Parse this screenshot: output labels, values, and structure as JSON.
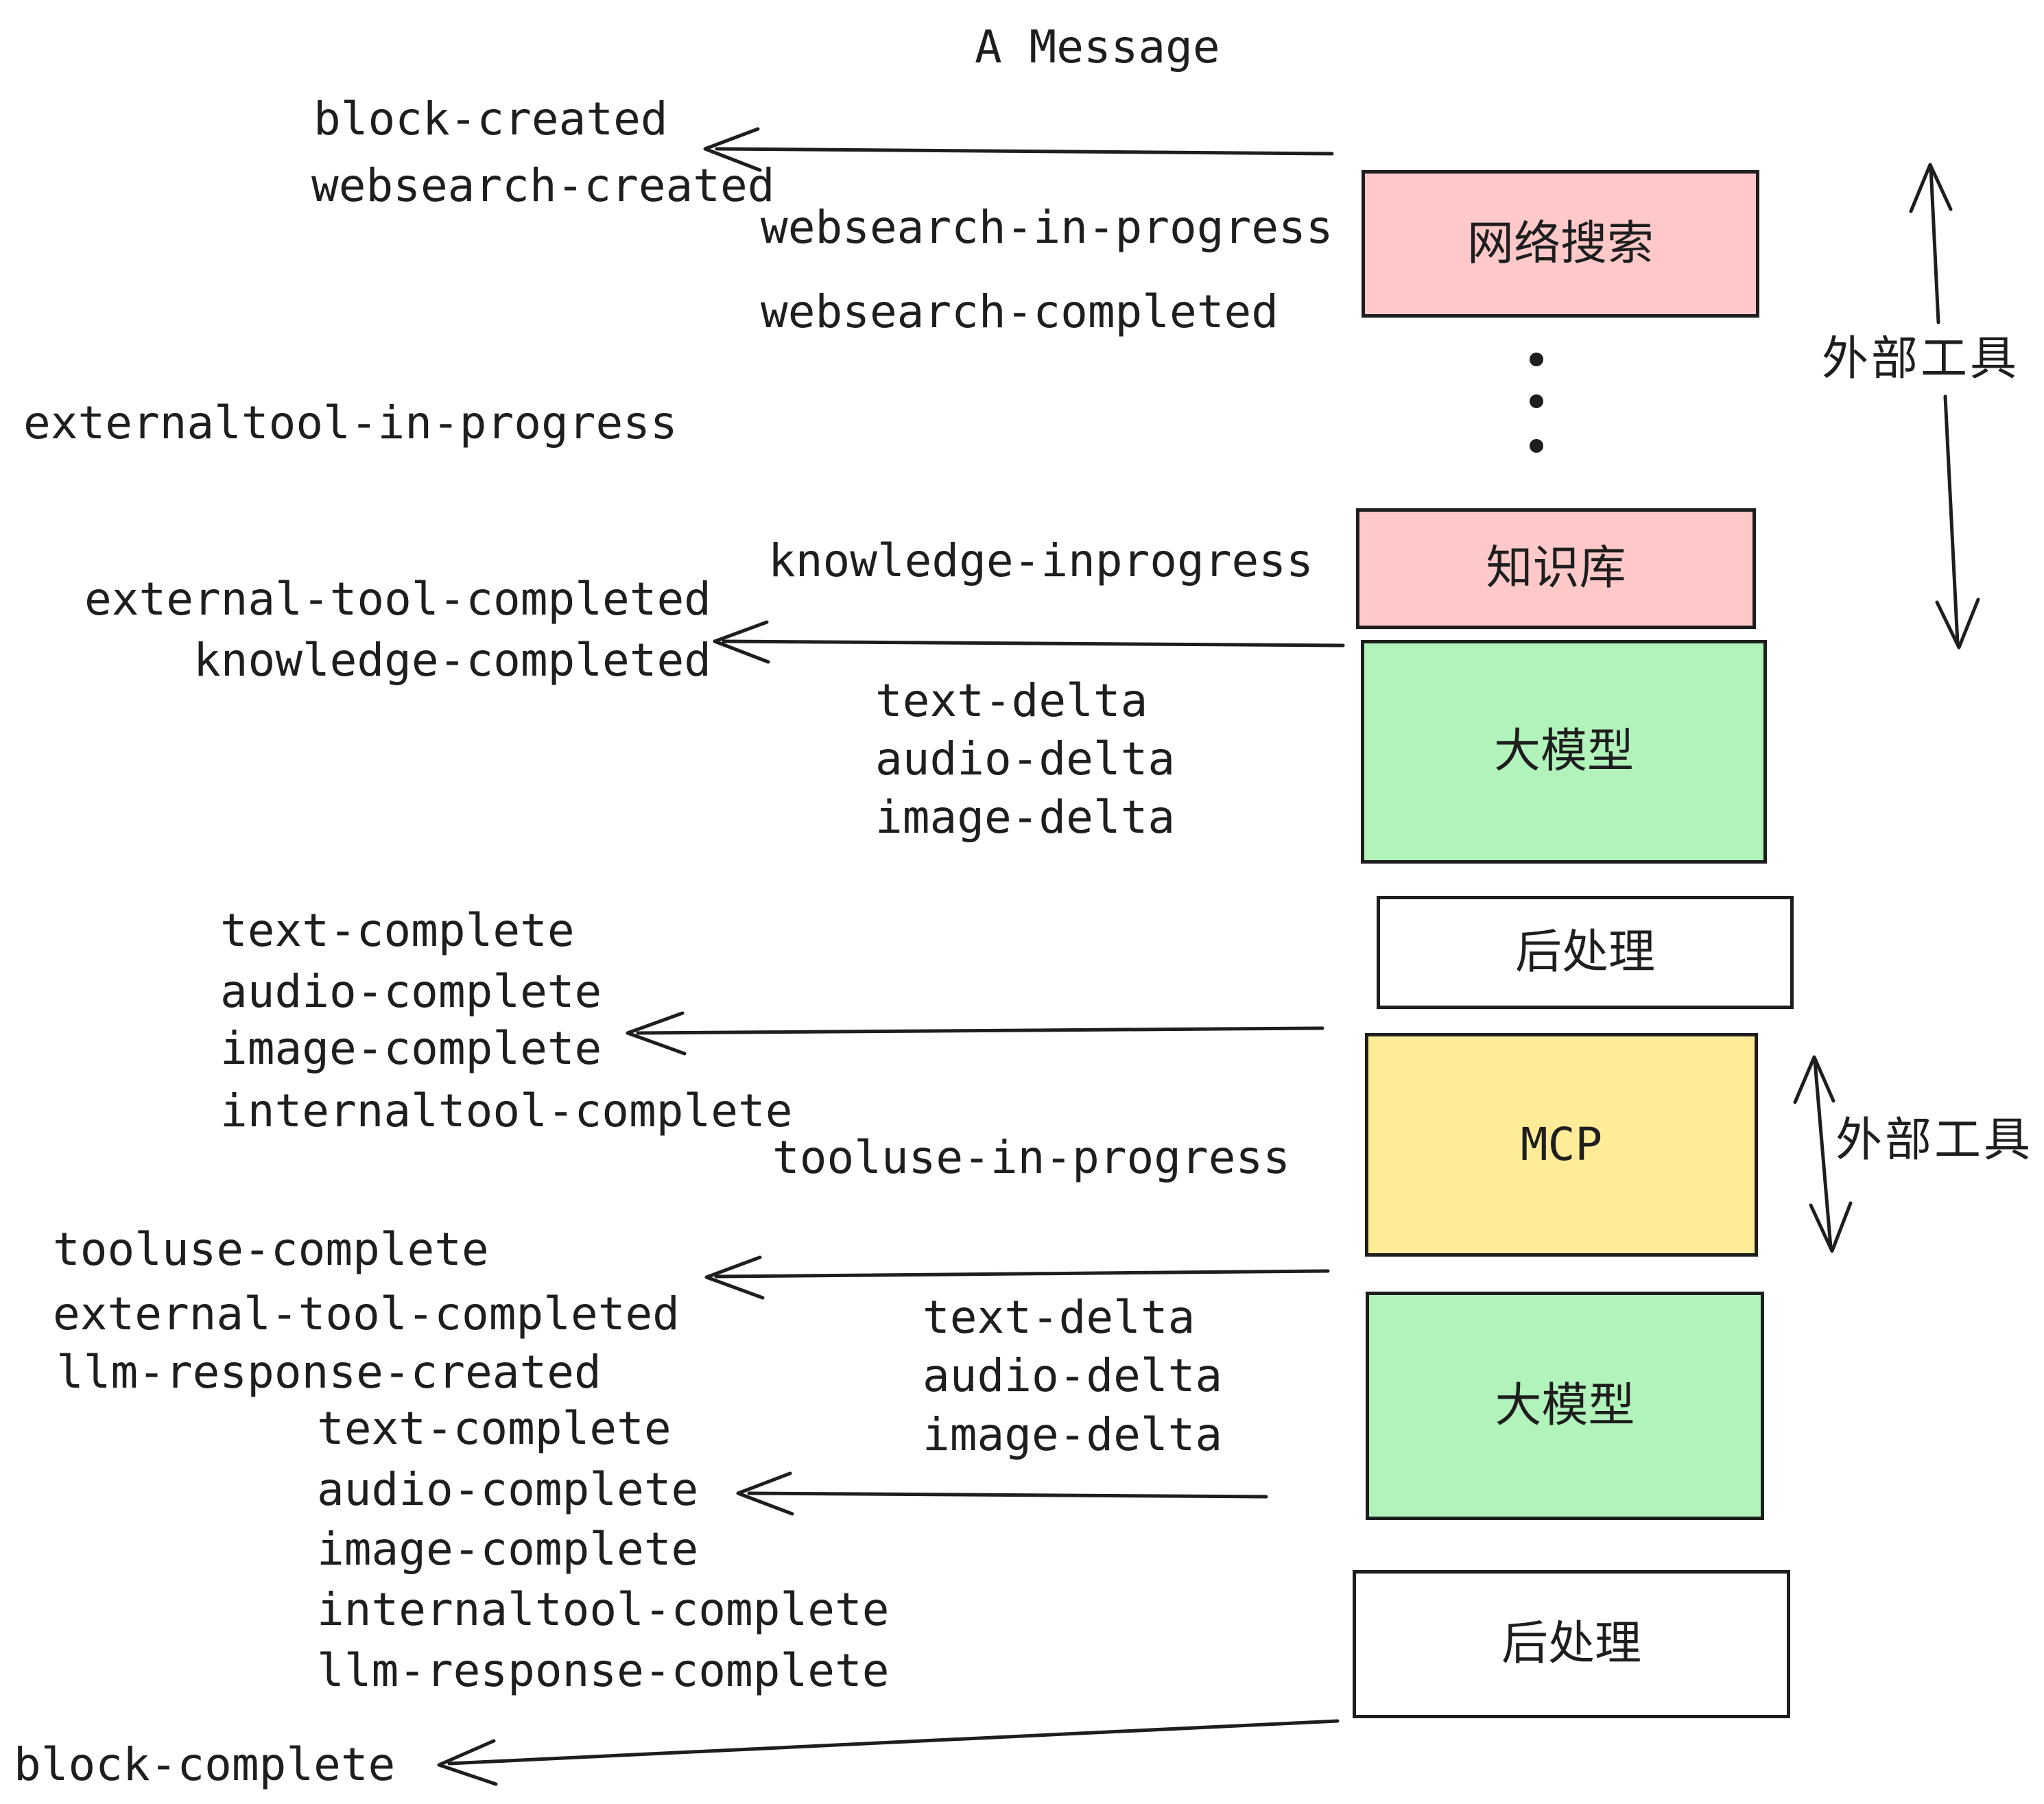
{
  "title": "A Message",
  "colors": {
    "ink": "#1e1e1e",
    "pink": "#ffc9c9",
    "green": "#b2f2bb",
    "yellow": "#ffec99",
    "white": "#ffffff"
  },
  "nodes": {
    "websearch": {
      "label": "网络搜索"
    },
    "knowledge": {
      "label": "知识库"
    },
    "llm1": {
      "label": "大模型"
    },
    "post1": {
      "label": "后处理"
    },
    "mcp": {
      "label": "MCP"
    },
    "llm2": {
      "label": "大模型"
    },
    "post2": {
      "label": "后处理"
    }
  },
  "side_labels": {
    "external_tools_top": "外部工具",
    "external_tools_bottom": "外部工具"
  },
  "events": {
    "block_created": "block-created",
    "websearch_created": "websearch-created",
    "websearch_in_progress": "websearch-in-progress",
    "websearch_completed": "websearch-completed",
    "externaltool_in_progress": "externaltool-in-progress",
    "knowledge_inprogress": "knowledge-inprogress",
    "external_tool_completed_a": "external-tool-completed",
    "knowledge_completed": "knowledge-completed",
    "text_delta_a": "text-delta",
    "audio_delta_a": "audio-delta",
    "image_delta_a": "image-delta",
    "text_complete_a": "text-complete",
    "audio_complete_a": "audio-complete",
    "image_complete_a": "image-complete",
    "internaltool_complete_a": "internaltool-complete",
    "tooluse_in_progress": "tooluse-in-progress",
    "tooluse_complete": "tooluse-complete",
    "external_tool_completed_b": "external-tool-completed",
    "llm_response_created": "llm-response-created",
    "text_delta_b": "text-delta",
    "audio_delta_b": "audio-delta",
    "image_delta_b": "image-delta",
    "text_complete_b": "text-complete",
    "audio_complete_b": "audio-complete",
    "image_complete_b": "image-complete",
    "internaltool_complete_b": "internaltool-complete",
    "llm_response_complete": "llm-response-complete",
    "block_complete": "block-complete"
  }
}
